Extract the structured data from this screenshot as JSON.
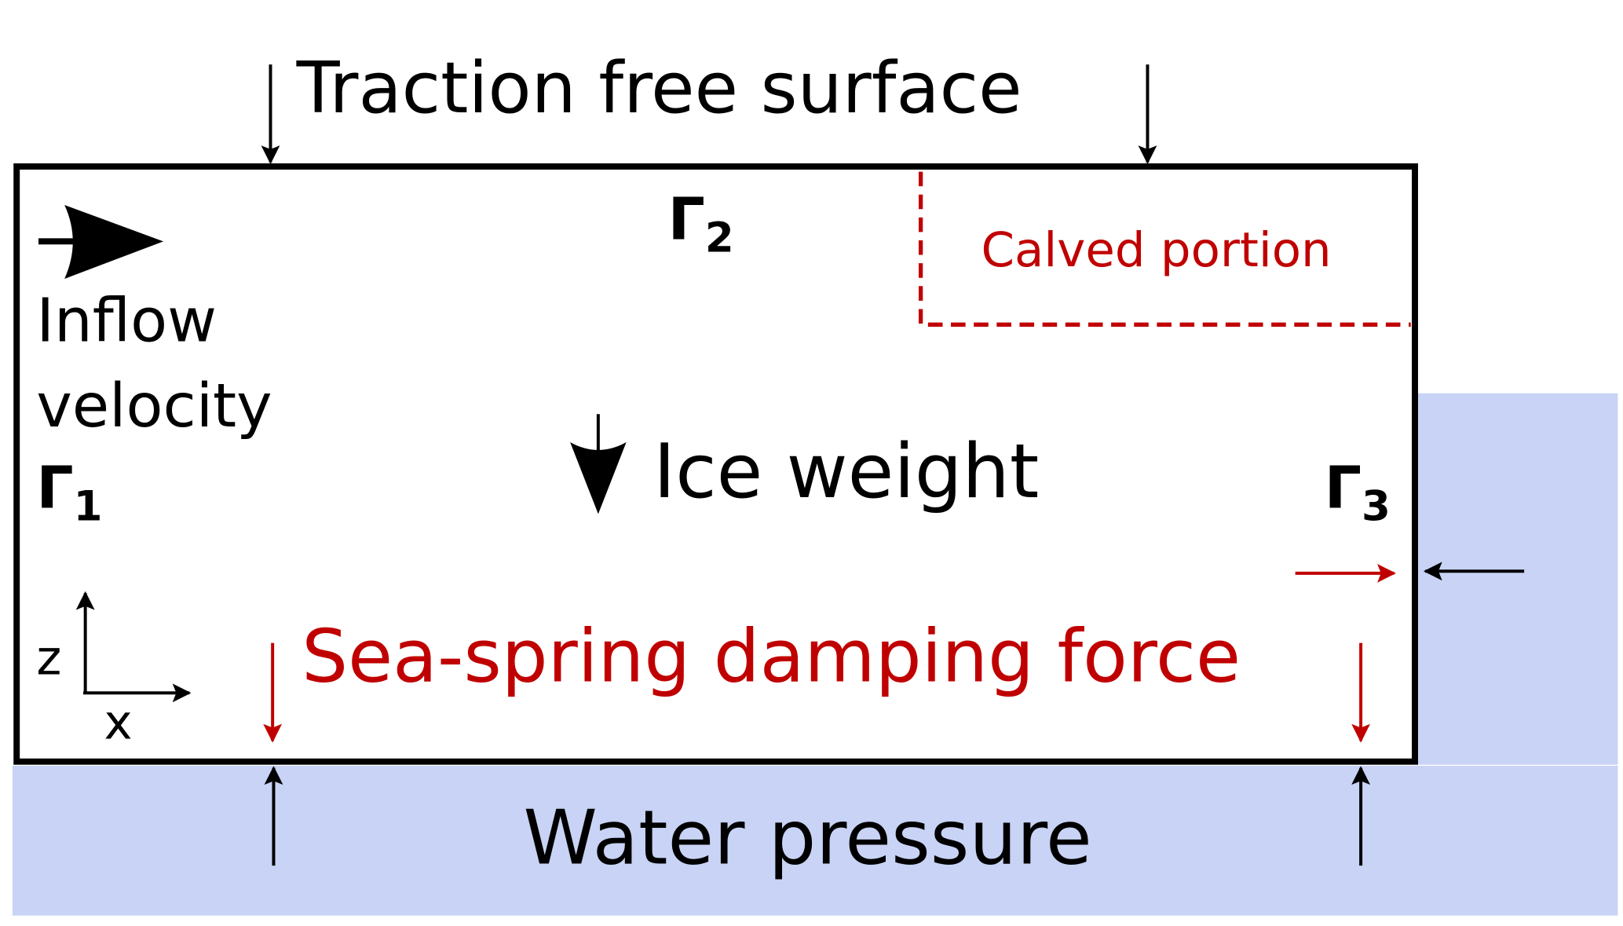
{
  "title": "Traction free surface",
  "gamma1": {
    "symbol": "Γ",
    "sub": "1"
  },
  "gamma2": {
    "symbol": "Γ",
    "sub": "2"
  },
  "gamma3": {
    "symbol": "Γ",
    "sub": "3"
  },
  "calved": "Calved portion",
  "inflow_line1": "Inflow",
  "inflow_line2": "velocity",
  "ice_weight": "Ice weight",
  "sea_spring": "Sea-spring damping force",
  "water_pressure": "Water pressure",
  "axis_z": "z",
  "axis_x": "x",
  "colors": {
    "water": "#c8d3f5",
    "red": "#c00000",
    "black": "#000000"
  }
}
